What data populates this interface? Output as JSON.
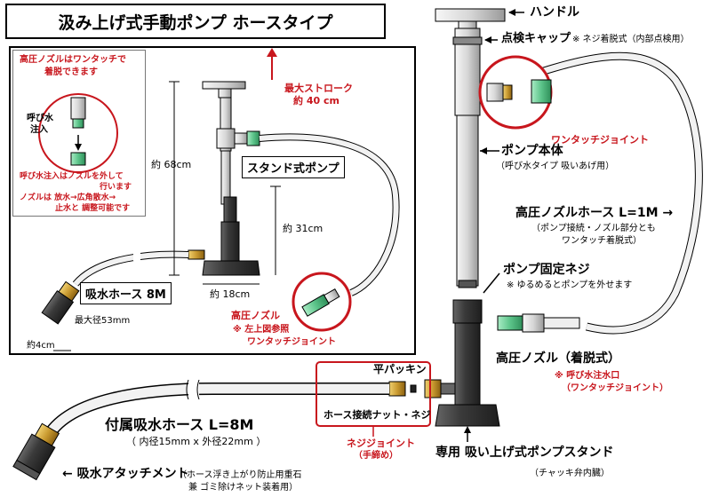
{
  "title": "汲み上げ式手動ポンプ ホースタイプ",
  "inset": {
    "note_top_line1": "高圧ノズルはワンタッチで",
    "note_top_line2": "着脱できます",
    "note_prime_label_line1": "呼び水",
    "note_prime_label_line2": "注入",
    "note_bullet1_line1": "呼び水注入はノズルを外して",
    "note_bullet1_line2": "行います",
    "note_bullet2_line1": "ノズルは 放水→広角散水→",
    "note_bullet2_line2": "止水と 調整可能です",
    "max_stroke_line1": "最大ストローク",
    "max_stroke_line2": "約 40 cm",
    "height_total": "約 68cm",
    "stand_pump": "スタンド式ポンプ",
    "height_lower": "約 31cm",
    "suction_hose": "吸水ホース 8M",
    "max_dia": "最大径53mm",
    "base_width": "約 18cm",
    "width_4cm": "約4cm",
    "nozzle_line1": "高圧ノズル",
    "nozzle_line2": "※ 左上図参照",
    "nozzle_line3": "ワンタッチジョイント"
  },
  "right": {
    "handle": "ハンドル",
    "cap_label": "点検キャップ",
    "cap_note": "※ ネジ着脱式（内部点検用）",
    "onetouch_joint": "ワンタッチジョイント",
    "pump_body": "ポンプ本体",
    "pump_body_note": "（呼び水タイプ 吸いあげ用）",
    "hp_hose": "高圧ノズルホース L=1M →",
    "hp_hose_note1": "（ポンプ接続・ノズル部分とも",
    "hp_hose_note2": "ワンタッチ着脱式）",
    "fix_screw": "ポンプ固定ネジ",
    "fix_screw_note": "※ ゆるめるとポンプを外せます",
    "hp_nozzle": "高圧ノズル（着脱式）",
    "prime_port": "※ 呼び水注水口",
    "prime_port_note": "（ワンタッチジョイント）"
  },
  "bottom": {
    "flat_packing": "平パッキン",
    "hose_nut": "ホース接続ナット・ネジ",
    "screw_joint": "ネジジョイント",
    "hand_tighten": "（手締め）",
    "hose": "付属吸水ホース L=8M",
    "hose_dims": "（ 内径15mm x 外径22mm ）",
    "attachment": "← 吸水アタッチメント",
    "attachment_note1": "（ホース浮き上がり防止用重石",
    "attachment_note2": "兼 ゴミ除けネット装着用）",
    "stand": "専用 吸い上げ式ポンプスタンド",
    "stand_note": "（チャッキ弁内臓）"
  },
  "colors": {
    "accent": "#c8161d",
    "hose": "#f2f2f2",
    "pump_dark": "#3a3a3a",
    "nozzle_green": "#5cc48a"
  }
}
